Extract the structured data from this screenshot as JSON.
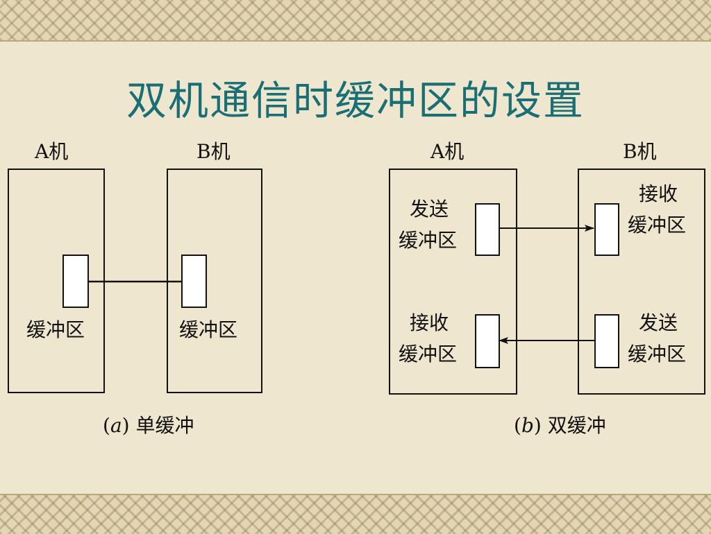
{
  "title": "双机通信时缓冲区的设置",
  "left": {
    "machine_a": "A机",
    "machine_b": "B机",
    "buffer_a": "缓冲区",
    "buffer_b": "缓冲区",
    "caption_letter": "a",
    "caption_text": "单缓冲"
  },
  "right": {
    "machine_a": "A机",
    "machine_b": "B机",
    "a_send_1": "发送",
    "a_send_2": "缓冲区",
    "a_recv_1": "接收",
    "a_recv_2": "缓冲区",
    "b_recv_1": "接收",
    "b_recv_2": "缓冲区",
    "b_send_1": "发送",
    "b_send_2": "缓冲区",
    "caption_letter": "b",
    "caption_text": "双缓冲"
  }
}
